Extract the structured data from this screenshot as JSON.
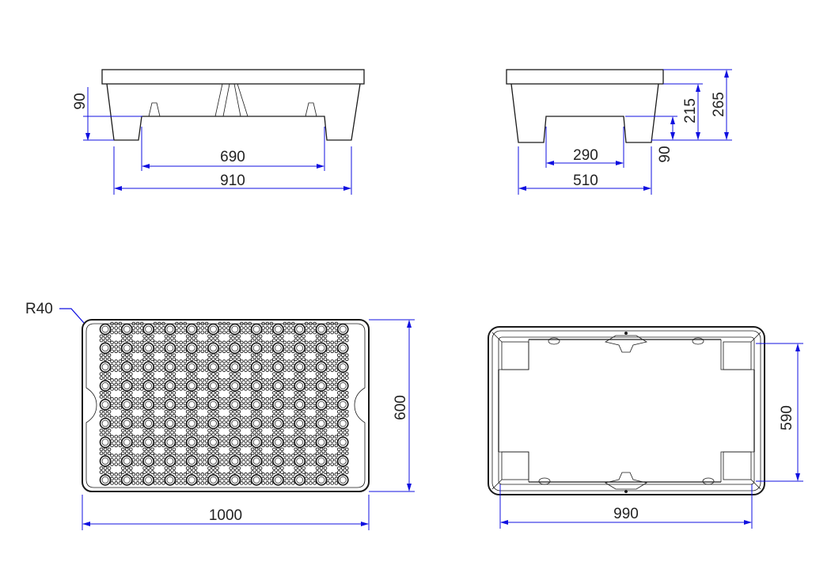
{
  "drawing": {
    "front_view": {
      "height_dim": "90",
      "inner_width_dim": "690",
      "outer_width_dim": "910"
    },
    "side_view": {
      "total_height_dim": "265",
      "body_height_dim": "215",
      "foot_height_dim": "90",
      "inner_width_dim": "290",
      "outer_width_dim": "510"
    },
    "top_view": {
      "radius_label": "R40",
      "depth_dim": "600",
      "width_dim": "1000"
    },
    "bottom_view": {
      "depth_dim": "590",
      "width_dim": "990"
    },
    "colors": {
      "outline": "#1a1a1a",
      "dimension": "#1010e0"
    }
  }
}
